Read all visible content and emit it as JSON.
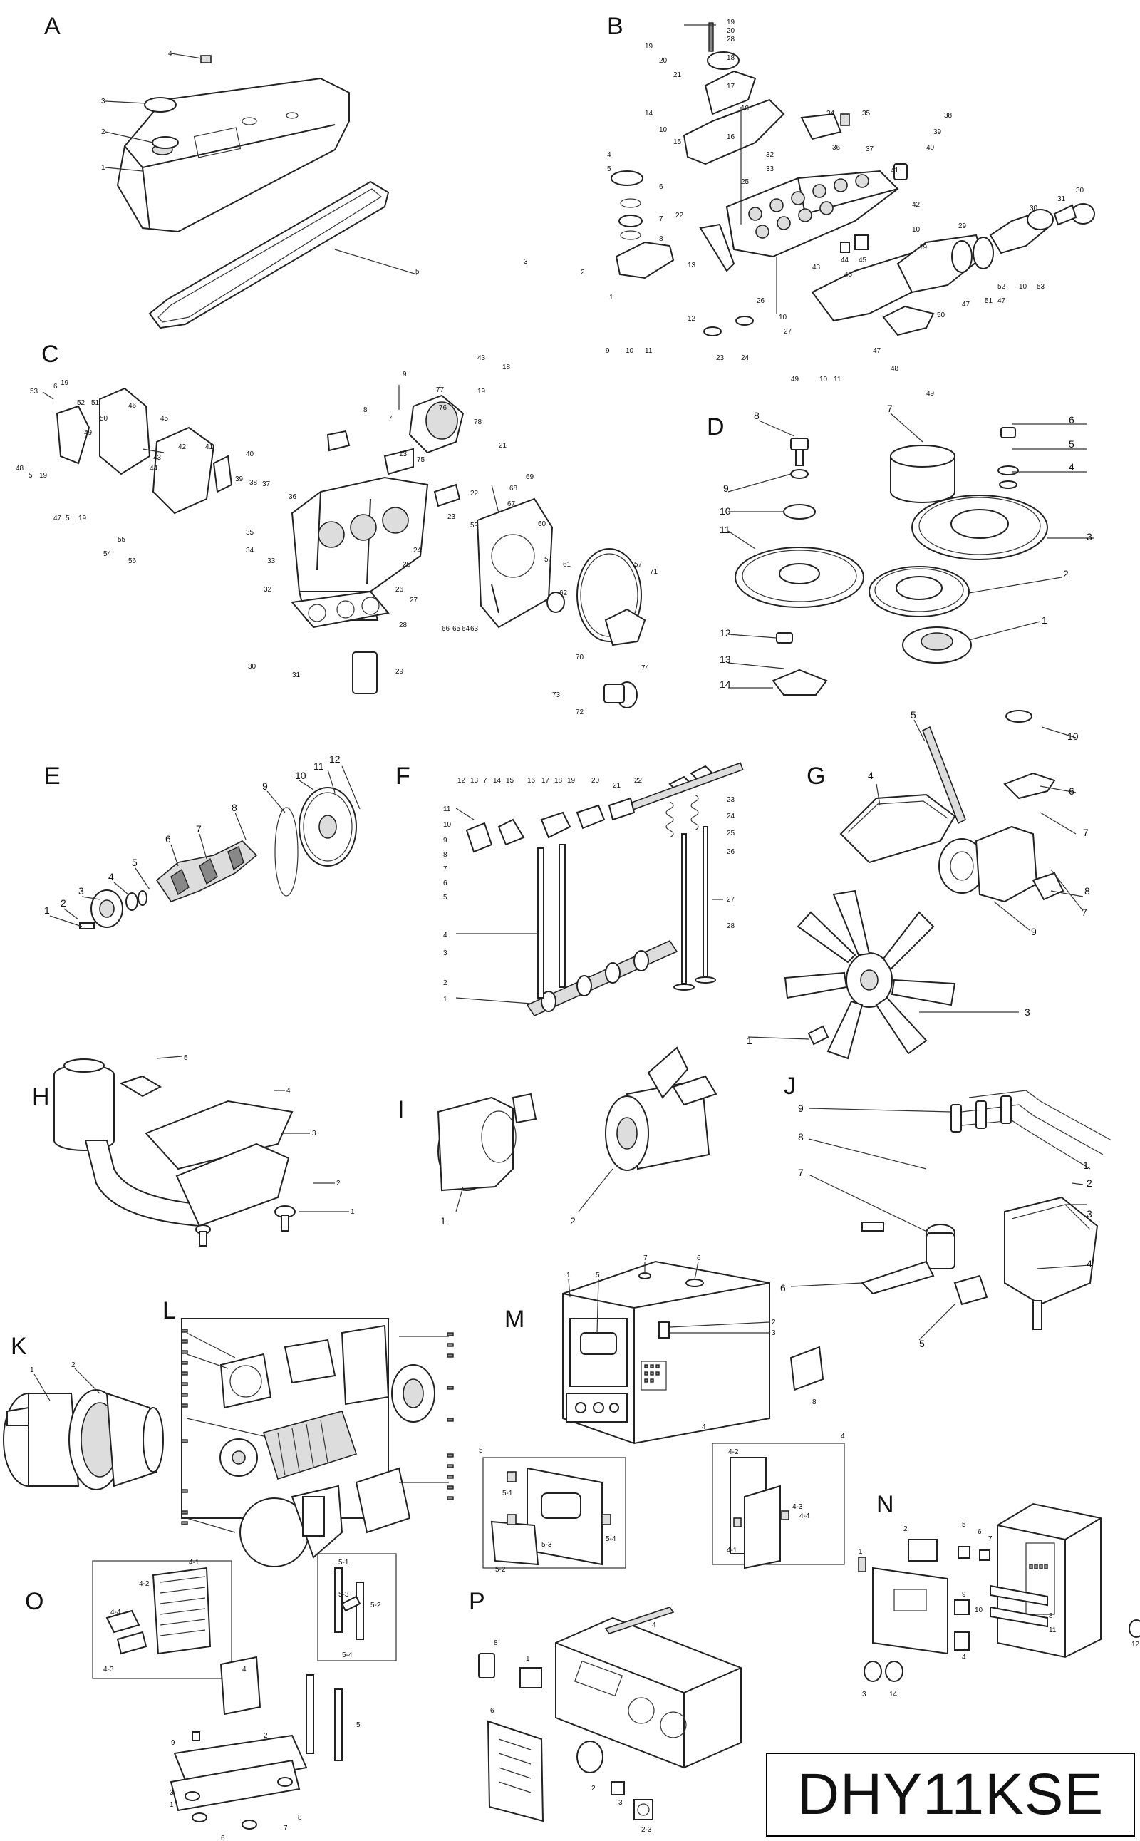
{
  "model": "DHY11KSE",
  "sections": [
    {
      "id": "A",
      "labels": [
        "4",
        "3",
        "2",
        "1",
        "5"
      ]
    },
    {
      "id": "B",
      "labels": [
        "19",
        "20",
        "28",
        "18",
        "17",
        "21",
        "14",
        "15",
        "16",
        "10",
        "4",
        "5",
        "6",
        "7",
        "8",
        "3",
        "2",
        "1",
        "9",
        "10",
        "11",
        "12",
        "22",
        "25",
        "13",
        "23",
        "24",
        "26",
        "27",
        "10",
        "32",
        "33",
        "34",
        "35",
        "36",
        "37",
        "41",
        "38",
        "39",
        "40",
        "42",
        "10",
        "19",
        "29",
        "30",
        "31",
        "30",
        "43",
        "44",
        "45",
        "46",
        "47",
        "50",
        "51",
        "52",
        "53",
        "48",
        "49",
        "10",
        "11",
        "49"
      ]
    },
    {
      "id": "C",
      "labels": [
        "53",
        "6",
        "19",
        "52",
        "51",
        "50",
        "49",
        "48",
        "5",
        "19",
        "47",
        "55",
        "54",
        "56",
        "46",
        "45",
        "44",
        "43",
        "42",
        "41",
        "40",
        "39",
        "38",
        "37",
        "36",
        "35",
        "34",
        "33",
        "32",
        "30",
        "31",
        "9",
        "8",
        "7",
        "77",
        "76",
        "78",
        "21",
        "43",
        "13",
        "18",
        "19",
        "75",
        "22",
        "23",
        "24",
        "59",
        "60",
        "25",
        "26",
        "27",
        "28",
        "29",
        "61",
        "62",
        "57",
        "71",
        "66",
        "65",
        "64",
        "63",
        "70",
        "68",
        "67",
        "69",
        "72",
        "73",
        "74"
      ]
    },
    {
      "id": "D",
      "labels": [
        "8",
        "7",
        "6",
        "5",
        "4",
        "9",
        "10",
        "11",
        "3",
        "2",
        "1",
        "12",
        "13",
        "14"
      ]
    },
    {
      "id": "E",
      "labels": [
        "1",
        "2",
        "3",
        "4",
        "5",
        "6",
        "7",
        "8",
        "9",
        "10",
        "11",
        "12"
      ]
    },
    {
      "id": "F",
      "labels": [
        "12",
        "13",
        "7",
        "14",
        "15",
        "16",
        "17",
        "18",
        "19",
        "20",
        "21",
        "22",
        "11",
        "10",
        "9",
        "8",
        "7",
        "6",
        "5",
        "4",
        "3",
        "2",
        "1",
        "23",
        "24",
        "25",
        "26",
        "27",
        "28"
      ]
    },
    {
      "id": "G",
      "labels": [
        "5",
        "4",
        "10",
        "6",
        "7",
        "8",
        "7",
        "9",
        "3",
        "1"
      ]
    },
    {
      "id": "H",
      "labels": [
        "5",
        "4",
        "3",
        "2",
        "1"
      ]
    },
    {
      "id": "I",
      "labels": [
        "1",
        "2"
      ]
    },
    {
      "id": "J",
      "labels": [
        "9",
        "8",
        "7",
        "6",
        "5",
        "4",
        "3",
        "2",
        "1"
      ]
    },
    {
      "id": "K",
      "labels": [
        "1",
        "2"
      ]
    },
    {
      "id": "L",
      "labels": []
    },
    {
      "id": "M",
      "labels": [
        "1",
        "5",
        "7",
        "6",
        "2",
        "3",
        "4",
        "8",
        "5",
        "5-1",
        "5-2",
        "5-3",
        "5-4",
        "4",
        "4-2",
        "4-3",
        "4-4",
        "4-1"
      ]
    },
    {
      "id": "N",
      "labels": [
        "2",
        "5",
        "6",
        "7",
        "1",
        "3",
        "14",
        "9",
        "10",
        "4",
        "8",
        "11",
        "12"
      ]
    },
    {
      "id": "O",
      "labels": [
        "4-1",
        "4-2",
        "4-4",
        "4-3",
        "4",
        "5-1",
        "5-3",
        "5-2",
        "5-4",
        "5",
        "9",
        "2",
        "3",
        "1",
        "6",
        "7",
        "8"
      ]
    },
    {
      "id": "P",
      "labels": [
        "4",
        "8",
        "1",
        "6",
        "2",
        "3",
        "2-3"
      ]
    }
  ]
}
